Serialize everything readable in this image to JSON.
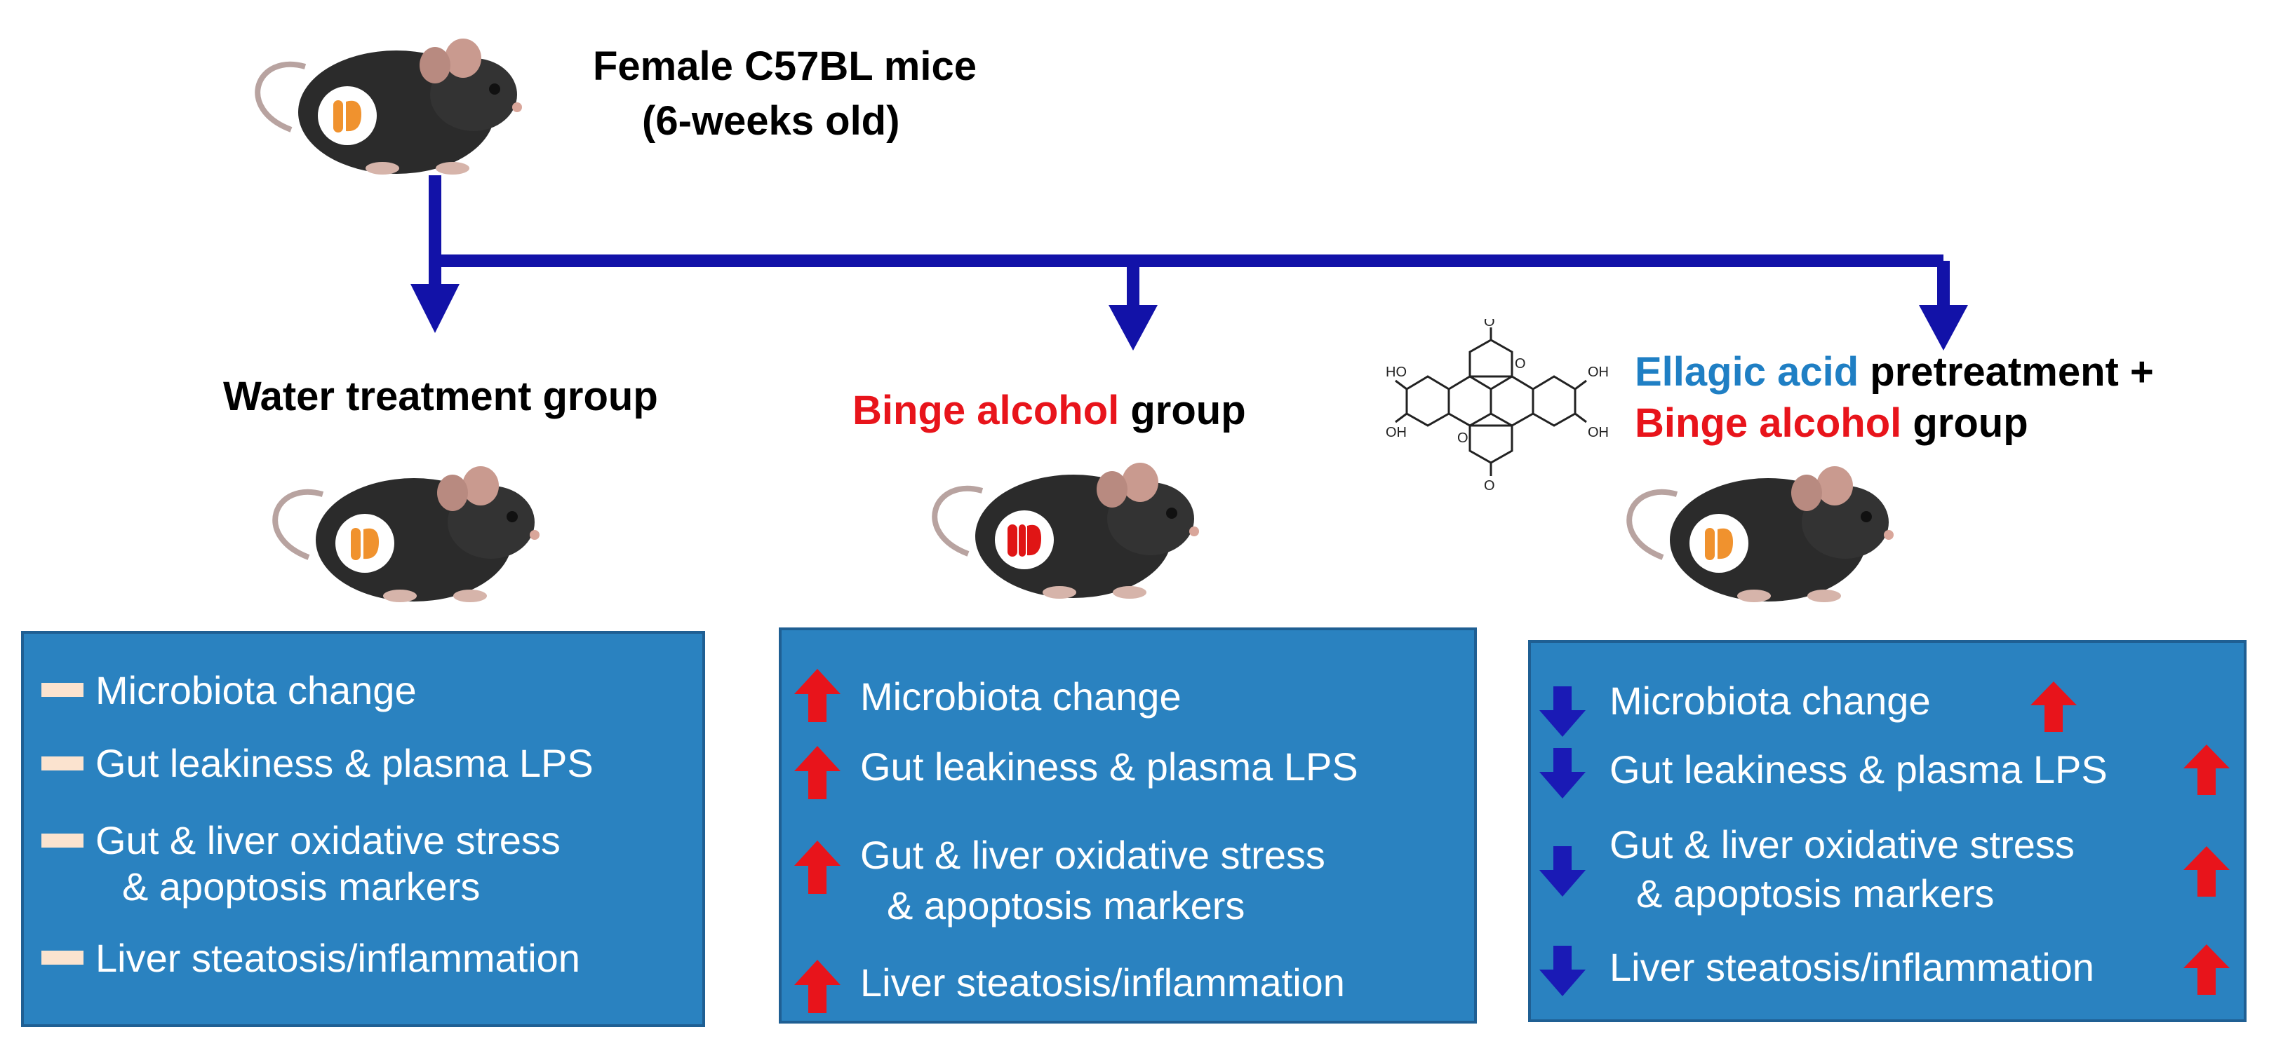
{
  "header": {
    "title_line1": "Female C57BL mice",
    "title_line2": "(6-weeks old)"
  },
  "groups": [
    {
      "name_parts": [
        {
          "text": "Water treatment group",
          "color": "#000000"
        }
      ],
      "effects": [
        {
          "label": "Microbiota change",
          "indicator": "no-change"
        },
        {
          "label": "Gut leakiness & plasma LPS",
          "indicator": "no-change"
        },
        {
          "label_line1": "Gut & liver oxidative stress",
          "label_line2": "& apoptosis markers",
          "indicator": "no-change"
        },
        {
          "label": "Liver steatosis/inflammation",
          "indicator": "no-change"
        }
      ]
    },
    {
      "name_parts": [
        {
          "text": "Binge alcohol",
          "color": "#e8141b"
        },
        {
          "text": " group",
          "color": "#000000"
        }
      ],
      "effects": [
        {
          "label": "Microbiota change",
          "indicator": "up"
        },
        {
          "label": "Gut leakiness & plasma LPS",
          "indicator": "up"
        },
        {
          "label_line1": "Gut & liver oxidative stress",
          "label_line2": "& apoptosis markers",
          "indicator": "up"
        },
        {
          "label": "Liver steatosis/inflammation",
          "indicator": "up"
        }
      ]
    },
    {
      "name_line1_parts": [
        {
          "text": "Ellagic acid",
          "color": "#1f7fc4"
        },
        {
          "text": " pretreatment +",
          "color": "#000000"
        }
      ],
      "name_line2_parts": [
        {
          "text": "Binge alcohol",
          "color": "#e8141b"
        },
        {
          "text": " group",
          "color": "#000000"
        }
      ],
      "effects": [
        {
          "label": "Microbiota change",
          "indicator": "down-vs-up"
        },
        {
          "label": "Gut leakiness & plasma LPS",
          "indicator": "down-vs-up"
        },
        {
          "label_line1": "Gut & liver oxidative stress",
          "label_line2": "& apoptosis markers",
          "indicator": "down-vs-up"
        },
        {
          "label": "Liver steatosis/inflammation",
          "indicator": "down-vs-up"
        }
      ]
    }
  ],
  "molecule": {
    "name": "ellagic-acid-structure",
    "atoms": {
      "ho1": "HO",
      "oh1": "OH",
      "oh2": "OH",
      "oh3": "OH",
      "o1": "O",
      "o2": "O",
      "o3": "O",
      "o4": "O"
    }
  },
  "colors": {
    "arrow_blue": "#1212a8",
    "box_blue": "#2a82c0",
    "up_red": "#e8141b",
    "down_blue": "#1a1ab5",
    "neutral_bar": "#fbe3cf",
    "liver_orange": "#f0922e",
    "liver_red": "#e01515"
  }
}
